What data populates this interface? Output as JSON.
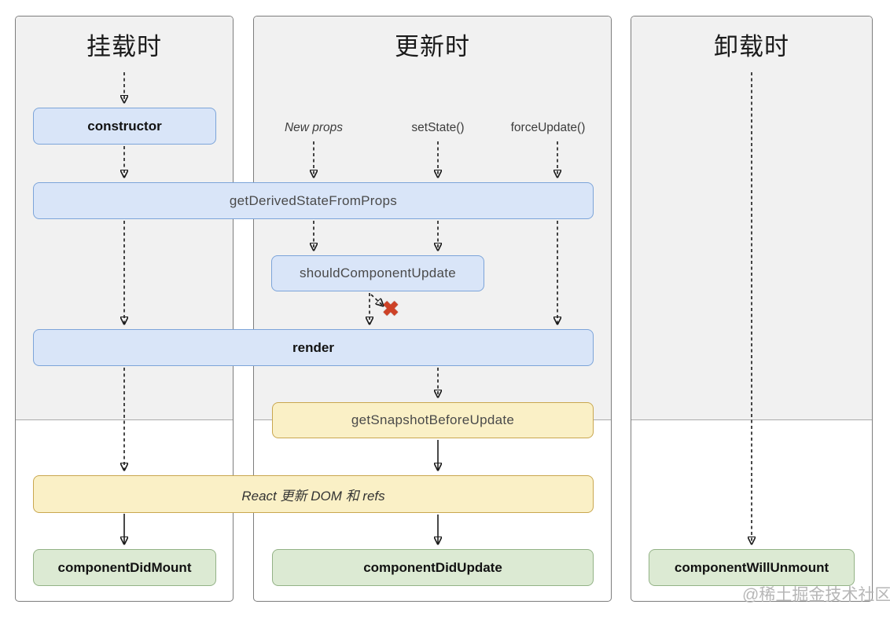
{
  "columns": [
    {
      "id": "mounting",
      "title": "挂载时"
    },
    {
      "id": "updating",
      "title": "更新时"
    },
    {
      "id": "unmounting",
      "title": "卸载时"
    }
  ],
  "triggers": {
    "new_props": "New props",
    "set_state": "setState()",
    "force_update": "forceUpdate()"
  },
  "nodes": {
    "constructor": {
      "label": "constructor",
      "type": "blue"
    },
    "gdsfp": {
      "label": "getDerivedStateFromProps",
      "type": "blue"
    },
    "scu": {
      "label": "shouldComponentUpdate",
      "type": "blue"
    },
    "render": {
      "label": "render",
      "type": "blue"
    },
    "gsbu": {
      "label": "getSnapshotBeforeUpdate",
      "type": "yellow"
    },
    "react_update": {
      "label": "React 更新 DOM 和 refs",
      "type": "yellow"
    },
    "cdm": {
      "label": "componentDidMount",
      "type": "green"
    },
    "cdu": {
      "label": "componentDidUpdate",
      "type": "green"
    },
    "cwu": {
      "label": "componentWillUnmount",
      "type": "green"
    }
  },
  "annotations": {
    "abort_mark": "✖",
    "watermark": "@稀土掘金技术社区"
  },
  "colors": {
    "phase_top_bg": "#f1f1f1",
    "blue_fill": "#d9e5f8",
    "blue_border": "#7ca4d9",
    "yellow_fill": "#faf0c6",
    "yellow_border": "#c9a74f",
    "green_fill": "#dcead3",
    "green_border": "#93b286",
    "abort_red": "#ce4227",
    "column_border": "#7d7d7d"
  }
}
